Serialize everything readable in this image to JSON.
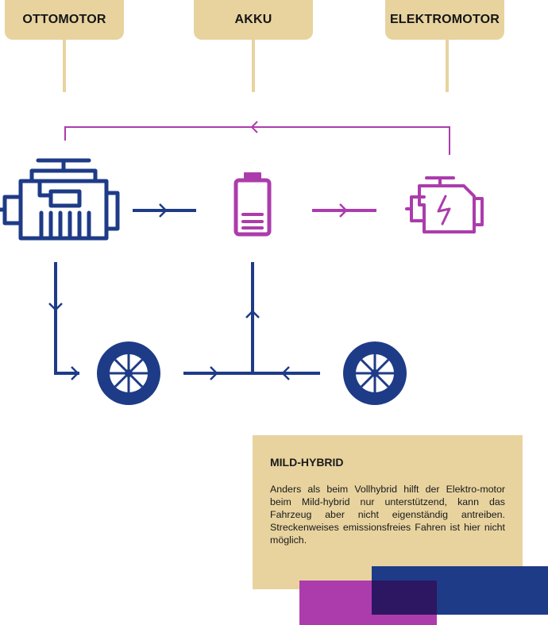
{
  "labels": {
    "ottomotor": "OTTOMOTOR",
    "akku": "AKKU",
    "elektromotor": "ELEKTROMOTOR"
  },
  "info": {
    "title": "MILD-HYBRID",
    "text": "Anders als beim Vollhybrid hilft der Elektro-motor beim Mild-hybrid nur  unterstützend, kann das Fahrzeug aber nicht eigenständig antreiben. Streckenweises emissionsfreies Fahren ist hier nicht möglich."
  },
  "icons": {
    "combustion_engine": "combustion-engine-icon",
    "battery": "battery-icon",
    "electric_motor": "electric-motor-icon",
    "wheel_left": "wheel-icon",
    "wheel_right": "wheel-icon"
  },
  "colors": {
    "navy": "#1e3b87",
    "magenta": "#ac3cac",
    "tan": "#e8d39f"
  }
}
